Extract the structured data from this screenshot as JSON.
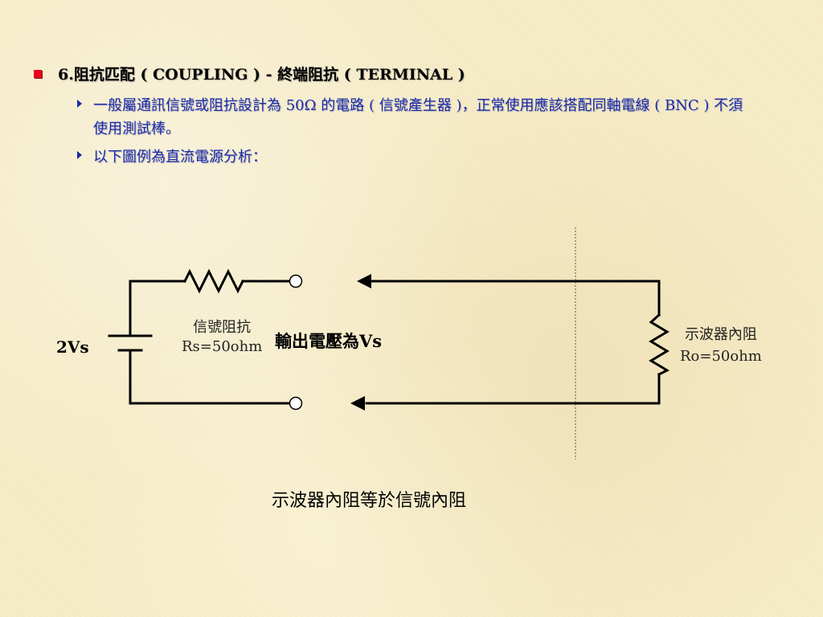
{
  "heading": {
    "text": "6.阻抗匹配 ( COUPLING ) - 終端阻抗 ( TERMINAL )"
  },
  "bullets": [
    {
      "text": "一般屬通訊信號或阻抗設計為 50Ω 的電路 ( 信號產生器 )，正常使用應該搭配同軸電線 ( BNC ) 不須使用測試棒。"
    },
    {
      "text": "以下圖例為直流電源分析："
    }
  ],
  "circuit": {
    "source_label": "2Vs",
    "rs_label_line1": "信號阻抗",
    "rs_label_line2": "Rs=50ohm",
    "output_label": "輸出電壓為Vs",
    "ro_label_line1": "示波器內阻",
    "ro_label_line2": "Ro=50ohm"
  },
  "conclusion": "示波器內阻等於信號內阻",
  "colors": {
    "bullet": "#e8001c",
    "sub_text": "#1a2ba8",
    "background": "#f6ecc8"
  }
}
